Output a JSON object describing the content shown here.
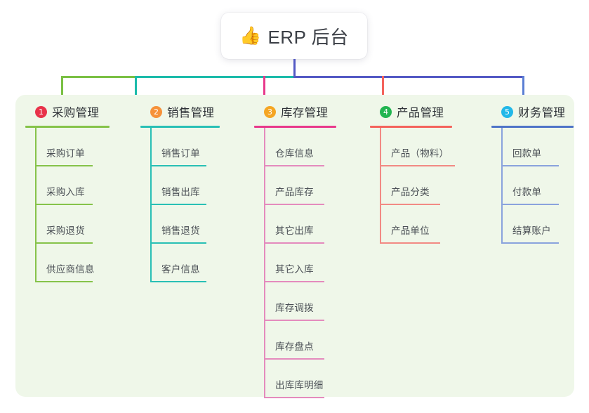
{
  "root": {
    "icon": "thumbs-up-icon",
    "icon_glyph": "👍",
    "title": "ERP 后台"
  },
  "palette": {
    "panel_bg": "#eff7e9",
    "card_bg": "#ffffff",
    "text": "#3b3f46",
    "bus_left_green": "#7ac043",
    "bus_teal": "#1bbbaa",
    "bus_purple": "#5359c4",
    "drop_magenta": "#e8398b",
    "drop_red": "#f4635c",
    "drop_blue": "#5b7fd4"
  },
  "columns": [
    {
      "number": "1",
      "title": "采购管理",
      "badge_color": "#e8334a",
      "rule_color": "#86c34a",
      "line_color": "#86c34a",
      "width": 175,
      "rule_width": 120,
      "leaf_rule_width": 82,
      "items": [
        {
          "label": "采购订单"
        },
        {
          "label": "采购入库"
        },
        {
          "label": "采购退货"
        },
        {
          "label": "供应商信息"
        }
      ]
    },
    {
      "number": "2",
      "title": "销售管理",
      "badge_color": "#f6923a",
      "rule_color": "#29c0b5",
      "line_color": "#29c0b5",
      "width": 165,
      "rule_width": 113,
      "leaf_rule_width": 80,
      "items": [
        {
          "label": "销售订单"
        },
        {
          "label": "销售出库"
        },
        {
          "label": "销售退货"
        },
        {
          "label": "客户信息"
        }
      ]
    },
    {
      "number": "3",
      "title": "库存管理",
      "badge_color": "#f5a623",
      "rule_color": "#e8398b",
      "line_color": "#e48bbd",
      "items": [
        {
          "label": "仓库信息"
        },
        {
          "label": "产品库存"
        },
        {
          "label": "其它出库"
        },
        {
          "label": "其它入库"
        },
        {
          "label": "库存调拨"
        },
        {
          "label": "库存盘点"
        },
        {
          "label": "出库库明细"
        }
      ],
      "width": 170,
      "rule_width": 117,
      "leaf_rule_width": 86
    },
    {
      "number": "4",
      "title": "产品管理",
      "badge_color": "#22b551",
      "rule_color": "#f4635c",
      "line_color": "#f28a84",
      "items": [
        {
          "label": "产品（物料）",
          "rule_width": 107
        },
        {
          "label": "产品分类"
        },
        {
          "label": "产品单位"
        }
      ],
      "width": 180,
      "rule_width": 117,
      "leaf_rule_width": 86
    },
    {
      "number": "5",
      "title": "财务管理",
      "badge_color": "#22b8e8",
      "rule_color": "#4f74c8",
      "line_color": "#8aa3dd",
      "items": [
        {
          "label": "回款单"
        },
        {
          "label": "付款单"
        },
        {
          "label": "结算账户"
        }
      ],
      "width": 130,
      "rule_width": 117,
      "leaf_rule_width": 82
    }
  ]
}
